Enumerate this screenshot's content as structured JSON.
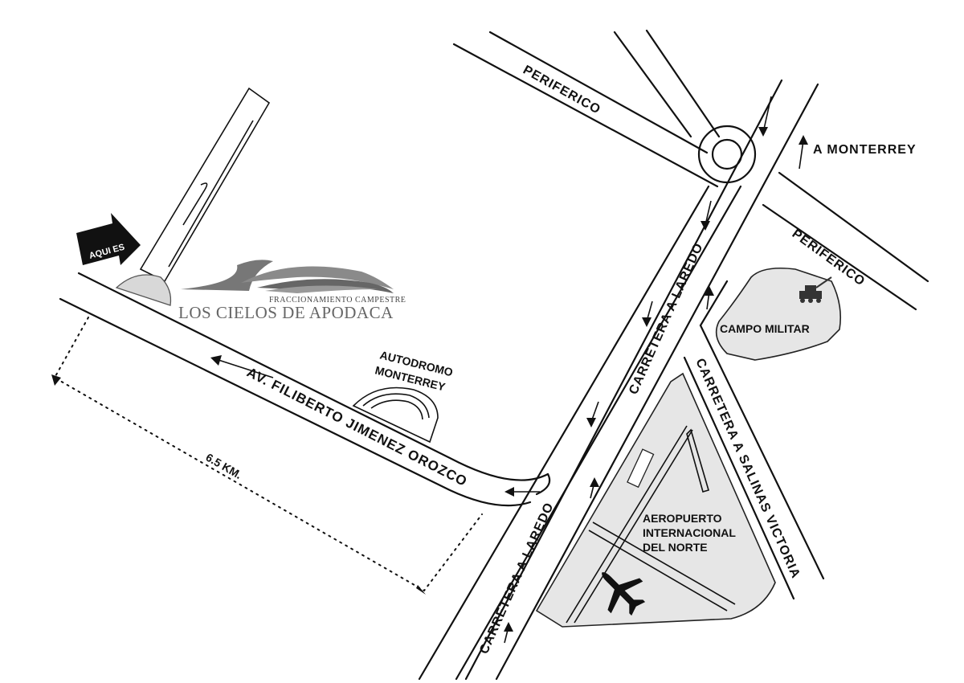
{
  "roads": {
    "periferico_top": "PERIFERICO",
    "periferico_right": "PERIFERICO",
    "a_monterrey": "A MONTERREY",
    "carretera_laredo_upper": "CARRETERA A LAREDO",
    "carretera_laredo_lower": "CARRETERA A LAREDO",
    "carretera_salinas": "CARRETERA A SALINAS VICTORIA",
    "av_filiberto": "AV. FILIBERTO JIMENEZ OROZCO"
  },
  "places": {
    "campo_militar": "CAMPO MILITAR",
    "aeropuerto": [
      "AEROPUERTO",
      "INTERNACIONAL",
      "DEL NORTE"
    ],
    "autodromo": [
      "AUTODROMO",
      "MONTERREY"
    ]
  },
  "marker": {
    "label": "AQUI ES"
  },
  "distance": {
    "label": "6.5 KM."
  },
  "logo": {
    "subtitle": "FRACCIONAMIENTO CAMPESTRE",
    "title": "LOS CIELOS DE APODACA"
  },
  "colors": {
    "ink": "#111111",
    "area_fill": "#e6e6e6",
    "logo_gray": "#7a7a7a"
  }
}
